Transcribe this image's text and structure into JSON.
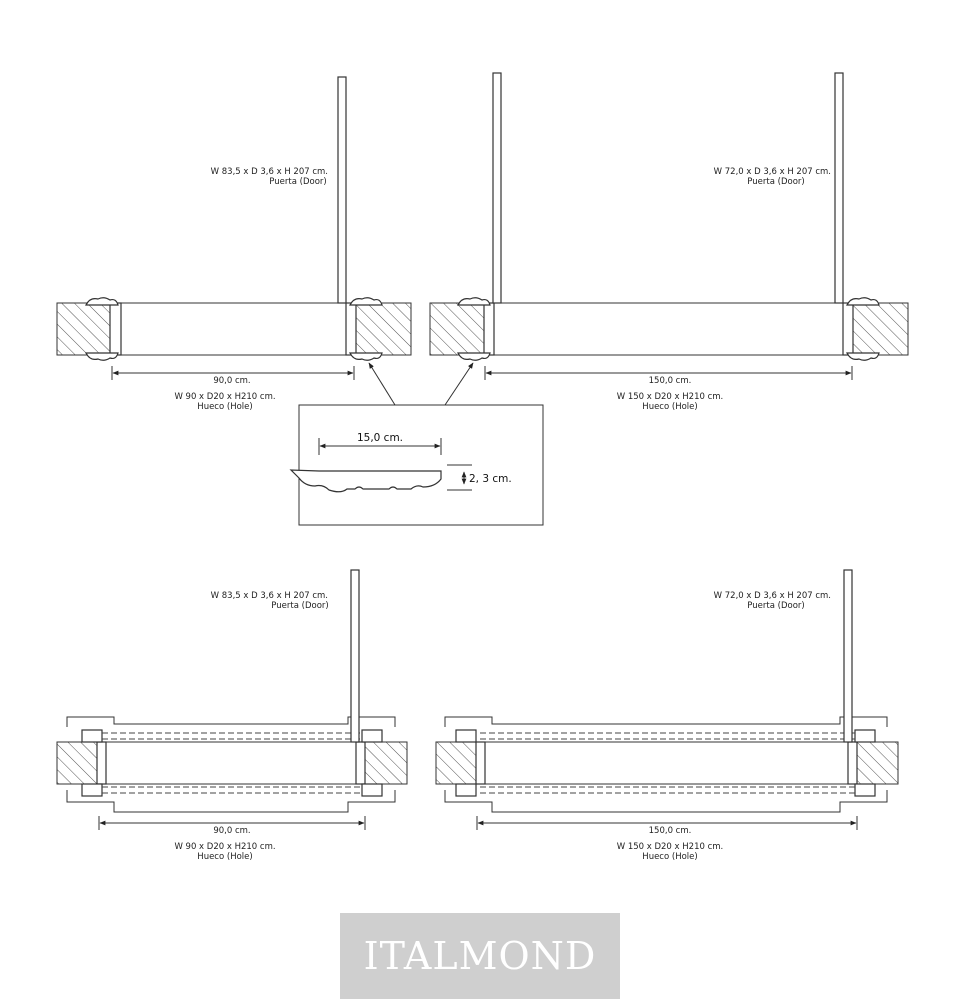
{
  "top_left": {
    "door_spec": "W 83,5 x D 3,6 x H 207 cm.",
    "door_name": "Puerta (Door)",
    "width_dim": "90,0 cm.",
    "hole_spec": "W 90 x D20 x H210 cm.",
    "hole_name": "Hueco (Hole)"
  },
  "top_right": {
    "door_spec": "W 72,0 x D 3,6 x H 207 cm.",
    "door_name": "Puerta (Door)",
    "width_dim": "150,0 cm.",
    "hole_spec": "W 150 x D20 x H210 cm.",
    "hole_name": "Hueco (Hole)"
  },
  "detail": {
    "width_dim": "15,0 cm.",
    "height_dim": "2, 3 cm."
  },
  "bottom_left": {
    "door_spec": "W 83,5 x D 3,6 x H 207 cm.",
    "door_name": "Puerta (Door)",
    "width_dim": "90,0 cm.",
    "hole_spec": "W 90 x D20 x H210 cm.",
    "hole_name": "Hueco (Hole)"
  },
  "bottom_right": {
    "door_spec": "W 72,0 x D 3,6 x H 207 cm.",
    "door_name": "Puerta (Door)",
    "width_dim": "150,0 cm.",
    "hole_spec": "W 150 x D20 x H210 cm.",
    "hole_name": "Hueco (Hole)"
  },
  "logo": {
    "text": "ITALMOND",
    "color": "#cfcfcf"
  }
}
